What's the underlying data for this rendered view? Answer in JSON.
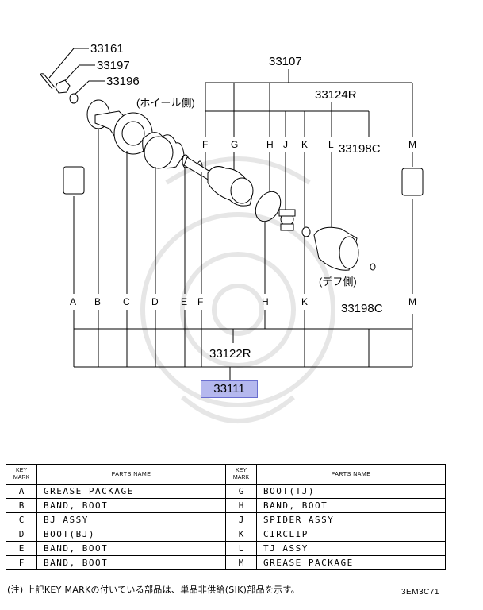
{
  "diagram": {
    "callouts": {
      "n33161": "33161",
      "n33197": "33197",
      "n33196": "33196",
      "n33107": "33107",
      "n33124R": "33124R",
      "n33198C_top": "33198C",
      "n33198C_bottom": "33198C",
      "n33122R": "33122R",
      "n33111": "33111"
    },
    "side_labels": {
      "wheel_side": "(ホイール側)",
      "diff_side": "(デフ側)"
    },
    "letters_top": [
      "F",
      "G",
      "H",
      "J",
      "K",
      "L",
      "M"
    ],
    "letters_bottom": [
      "A",
      "B",
      "C",
      "D",
      "E",
      "F",
      "H",
      "K",
      "M"
    ]
  },
  "table": {
    "header_key": [
      "KEY",
      "MARK"
    ],
    "header_name": "PARTS NAME",
    "rows": [
      {
        "k1": "A",
        "n1": "GREASE PACKAGE",
        "k2": "G",
        "n2": "BOOT(TJ)"
      },
      {
        "k1": "B",
        "n1": "BAND, BOOT",
        "k2": "H",
        "n2": "BAND, BOOT"
      },
      {
        "k1": "C",
        "n1": "BJ ASSY",
        "k2": "J",
        "n2": "SPIDER ASSY"
      },
      {
        "k1": "D",
        "n1": "BOOT(BJ)",
        "k2": "K",
        "n2": "CIRCLIP"
      },
      {
        "k1": "E",
        "n1": "BAND, BOOT",
        "k2": "L",
        "n2": "TJ ASSY"
      },
      {
        "k1": "F",
        "n1": "BAND, BOOT",
        "k2": "M",
        "n2": "GREASE PACKAGE"
      }
    ]
  },
  "note": "(注) 上記KEY MARKの付いている部品は、単品非供給(SIK)部品を示す。",
  "drawing_code": "3EM3C71"
}
